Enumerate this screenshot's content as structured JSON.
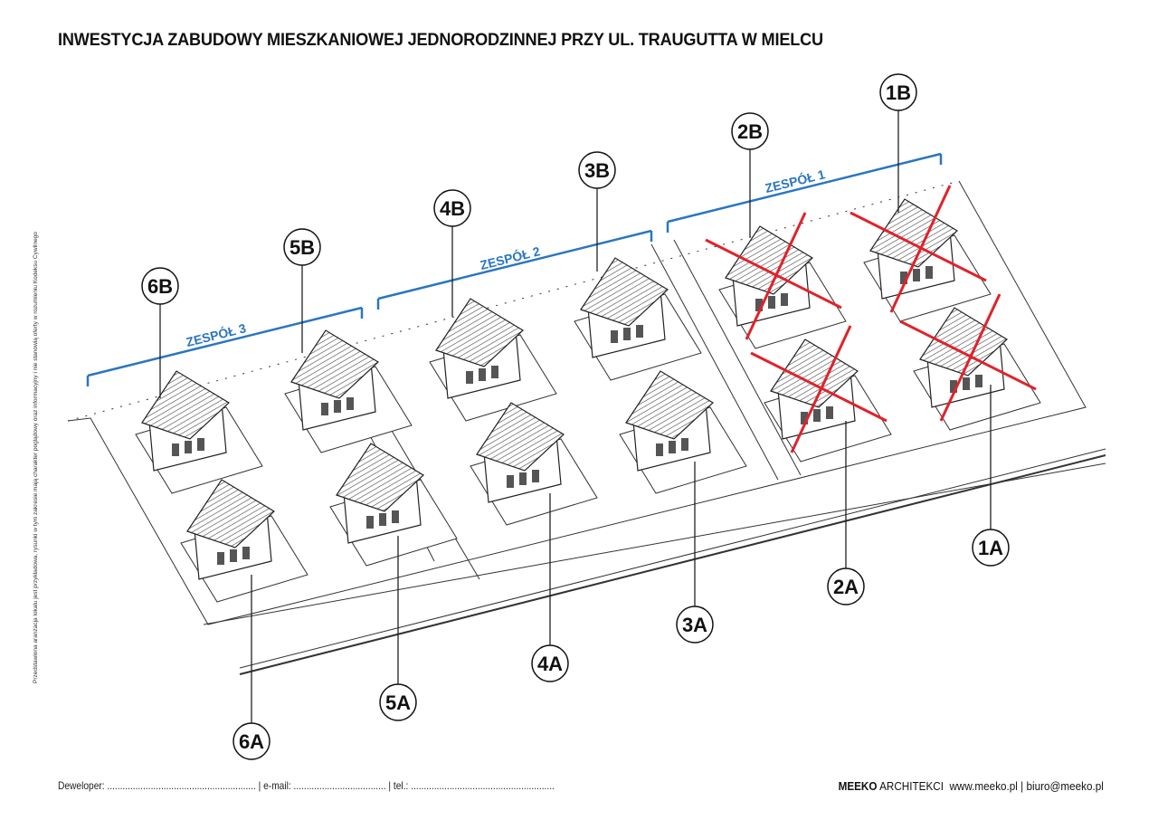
{
  "title": "INWESTYCJA ZABUDOWY MIESZKANIOWEJ JEDNORODZINNEJ PRZY UL. TRAUGUTTA W MIELCU",
  "side_note": "Przedstawiona aranżacja lokalu jest przykładowa, rysunki w tym zakresie mają charakter poglądowy oraz informacyjny i nie stanowią oferty w rozumieniu Kodeksu Cywilnego",
  "groups": [
    {
      "label": "ZESPÓŁ 1"
    },
    {
      "label": "ZESPÓŁ 2"
    },
    {
      "label": "ZESPÓŁ 3"
    }
  ],
  "units": [
    {
      "label": "1B",
      "crossed": true
    },
    {
      "label": "2B",
      "crossed": true
    },
    {
      "label": "3B",
      "crossed": false
    },
    {
      "label": "4B",
      "crossed": false
    },
    {
      "label": "5B",
      "crossed": false
    },
    {
      "label": "6B",
      "crossed": false
    },
    {
      "label": "1A",
      "crossed": true
    },
    {
      "label": "2A",
      "crossed": true
    },
    {
      "label": "3A",
      "crossed": false
    },
    {
      "label": "4A",
      "crossed": false
    },
    {
      "label": "5A",
      "crossed": false
    },
    {
      "label": "6A",
      "crossed": false
    }
  ],
  "footer": {
    "developer": "Deweloper: ..........................................................",
    "email": "| e-mail: ....................................",
    "tel": "| tel.: ........................................................",
    "brand_bold": "MEEKO",
    "brand_rest": "ARCHITEKCI",
    "website": "www.meeko.pl",
    "contact_email": "| biuro@meeko.pl"
  },
  "colors": {
    "group_bracket": "#2a76c0",
    "cross": "#e0222a"
  }
}
